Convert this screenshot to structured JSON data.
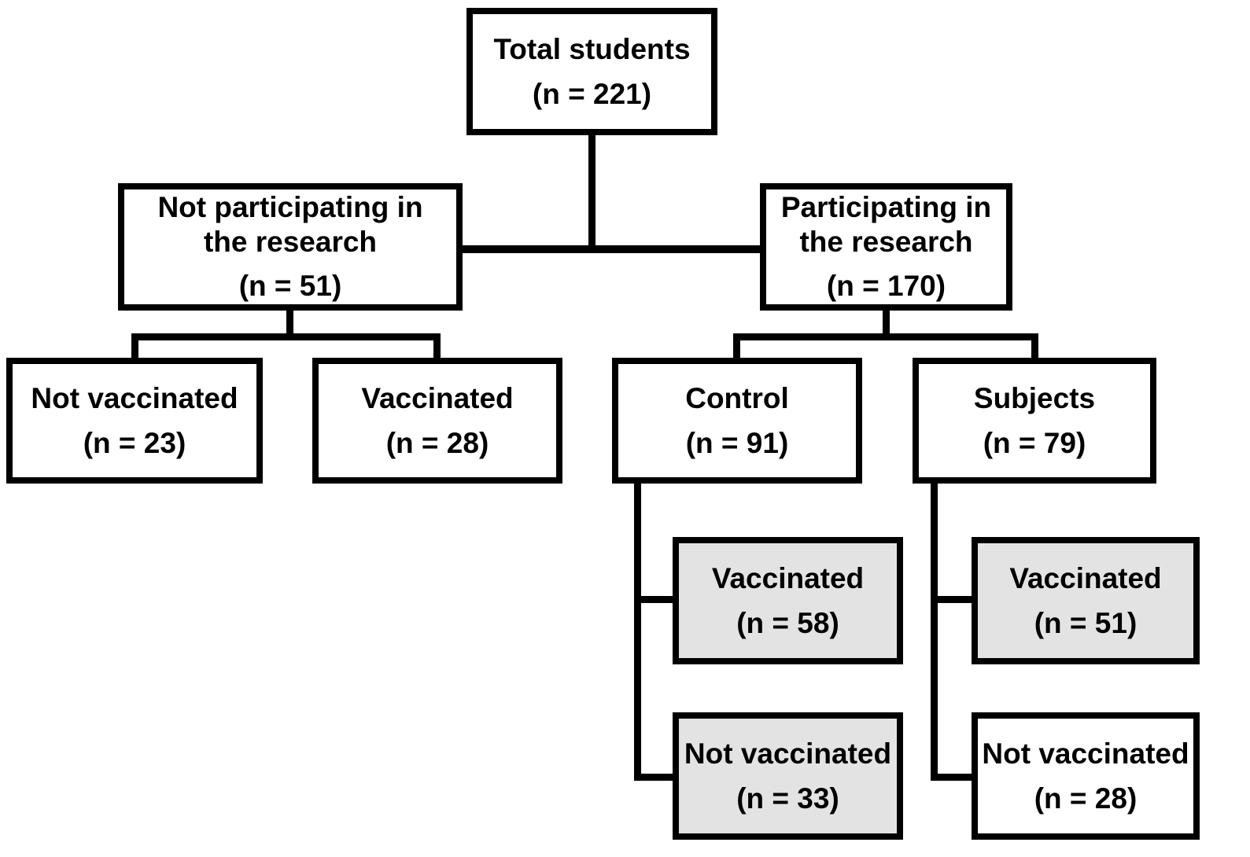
{
  "diagram": {
    "type": "flowchart",
    "nodes": {
      "total": {
        "label": "Total students",
        "n": "(n = 221)"
      },
      "not_participating": {
        "label": "Not participating in\nthe research",
        "n": "(n = 51)"
      },
      "participating": {
        "label": "Participating in\nthe research",
        "n": "(n = 170)"
      },
      "np_not_vaccinated": {
        "label": "Not vaccinated",
        "n": "(n = 23)"
      },
      "np_vaccinated": {
        "label": "Vaccinated",
        "n": "(n = 28)"
      },
      "control": {
        "label": "Control",
        "n": "(n = 91)"
      },
      "subjects": {
        "label": "Subjects",
        "n": "(n = 79)"
      },
      "control_vaccinated": {
        "label": "Vaccinated",
        "n": "(n = 58)"
      },
      "control_not_vaccinated": {
        "label": "Not vaccinated",
        "n": "(n = 33)"
      },
      "subjects_vaccinated": {
        "label": "Vaccinated",
        "n": "(n = 51)"
      },
      "subjects_not_vaccinated": {
        "label": "Not vaccinated",
        "n": "(n = 28)"
      }
    },
    "colors": {
      "line": "#000000",
      "text": "#000000",
      "background": "#ffffff",
      "box_fill_default": "#ffffff",
      "box_fill_shaded": "#e3e3e3"
    }
  }
}
